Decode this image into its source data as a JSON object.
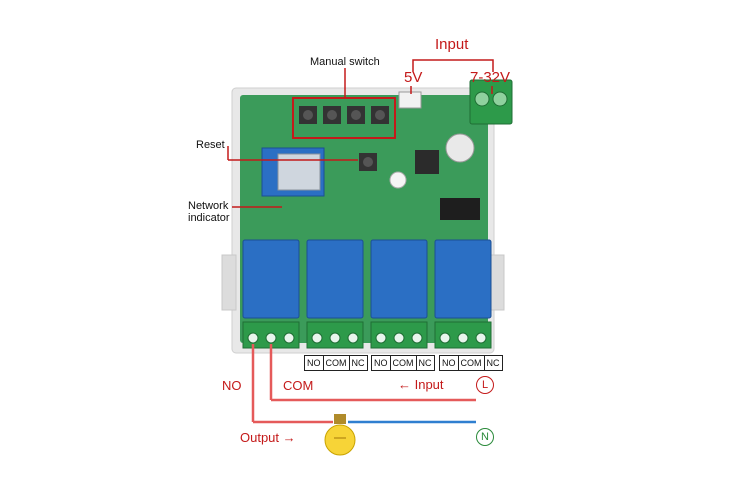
{
  "labels": {
    "manual_switch": "Manual switch",
    "input_title": "Input",
    "v5": "5V",
    "v7_32": "7-32V",
    "reset": "Reset",
    "network_indicator": "Network indicator",
    "no": "NO",
    "com": "COM",
    "input_arrow": "← Input",
    "output_arrow": "Output →"
  },
  "terminals": {
    "group_2": [
      "NO",
      "COM",
      "NC"
    ],
    "group_3": [
      "NO",
      "COM",
      "NC"
    ],
    "group_4": [
      "NO",
      "COM",
      "NC"
    ]
  },
  "symbols": {
    "live": "L",
    "neutral": "N"
  },
  "colors": {
    "annotation_red": "#c41a1a",
    "neutral_blue": "#2f7fd0",
    "neutral_green": "#2a8a3a",
    "pcb_green": "#3b9b5a",
    "relay_blue": "#2b6fc4",
    "terminal_green": "#2d9a4a",
    "enclosure_gray": "#e6e6e6"
  },
  "icons": [
    "relay-module",
    "relay-icon",
    "terminal-block",
    "light-bulb-icon",
    "wifi-module",
    "button-icon"
  ]
}
